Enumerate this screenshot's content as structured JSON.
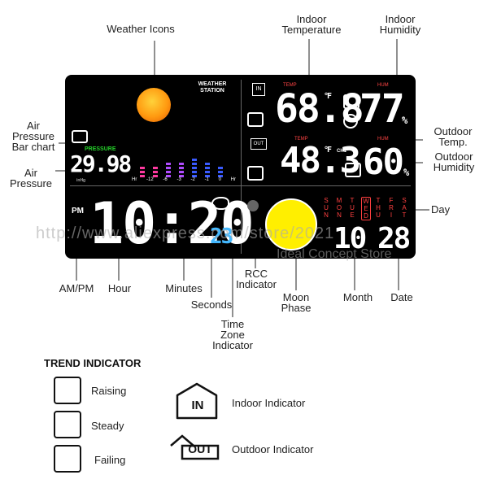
{
  "callouts": {
    "weather_icons": "Weather Icons",
    "indoor_temperature": "Indoor\nTemperature",
    "indoor_humidity": "Indoor\nHumidity",
    "air_pressure_bar_chart": "Air\nPressure\nBar chart",
    "air_pressure": "Air\nPressure",
    "outdoor_temp": "Outdoor\nTemp.",
    "outdoor_humidity": "Outdoor\nHumidity",
    "day": "Day",
    "am_pm": "AM/PM",
    "hour": "Hour",
    "minutes": "Minutes",
    "seconds": "Seconds",
    "time_zone_indicator": "Time\nZone\nIndicator",
    "rcc_indicator": "RCC\nIndicator",
    "moon_phase": "Moon\nPhase",
    "month": "Month",
    "date": "Date"
  },
  "lcd": {
    "station_label": "WEATHER\nSTATION",
    "in_badge": "IN",
    "out_badge": "OUT",
    "temp_label": "TEMP",
    "hum_label": "HUM",
    "indoor_temp": "68.8",
    "indoor_temp_unit": "°F",
    "indoor_hum": "77",
    "outdoor_temp": "48.3",
    "outdoor_temp_unit": "°F",
    "channel": "CH1",
    "outdoor_hum": "60",
    "percent": "%",
    "pressure_label": "PRESSURE",
    "pressure_value": "29.98",
    "pressure_unit": "inHg",
    "pressure_axis": [
      "Hr",
      "-12",
      "-6",
      "-3",
      "-2",
      "-1",
      "0",
      "Hr"
    ],
    "pm": "PM",
    "time": "10:20",
    "seconds": "23",
    "month": "10",
    "date": "28",
    "days": [
      "SUN",
      "MON",
      "TUE",
      "WED",
      "THU",
      "FRI",
      "SAT"
    ],
    "active_day": "WED"
  },
  "watermark": "http://www.aliexpress.com/store/2021",
  "watermark2": "Ideal Concept Store",
  "legend": {
    "title": "TREND INDICATOR",
    "raising": "Raising",
    "steady": "Steady",
    "failing": "Failing",
    "indoor_indicator": "Indoor Indicator",
    "outdoor_indicator": "Outdoor Indicator",
    "in_badge": "IN",
    "out_badge": "OUT"
  }
}
